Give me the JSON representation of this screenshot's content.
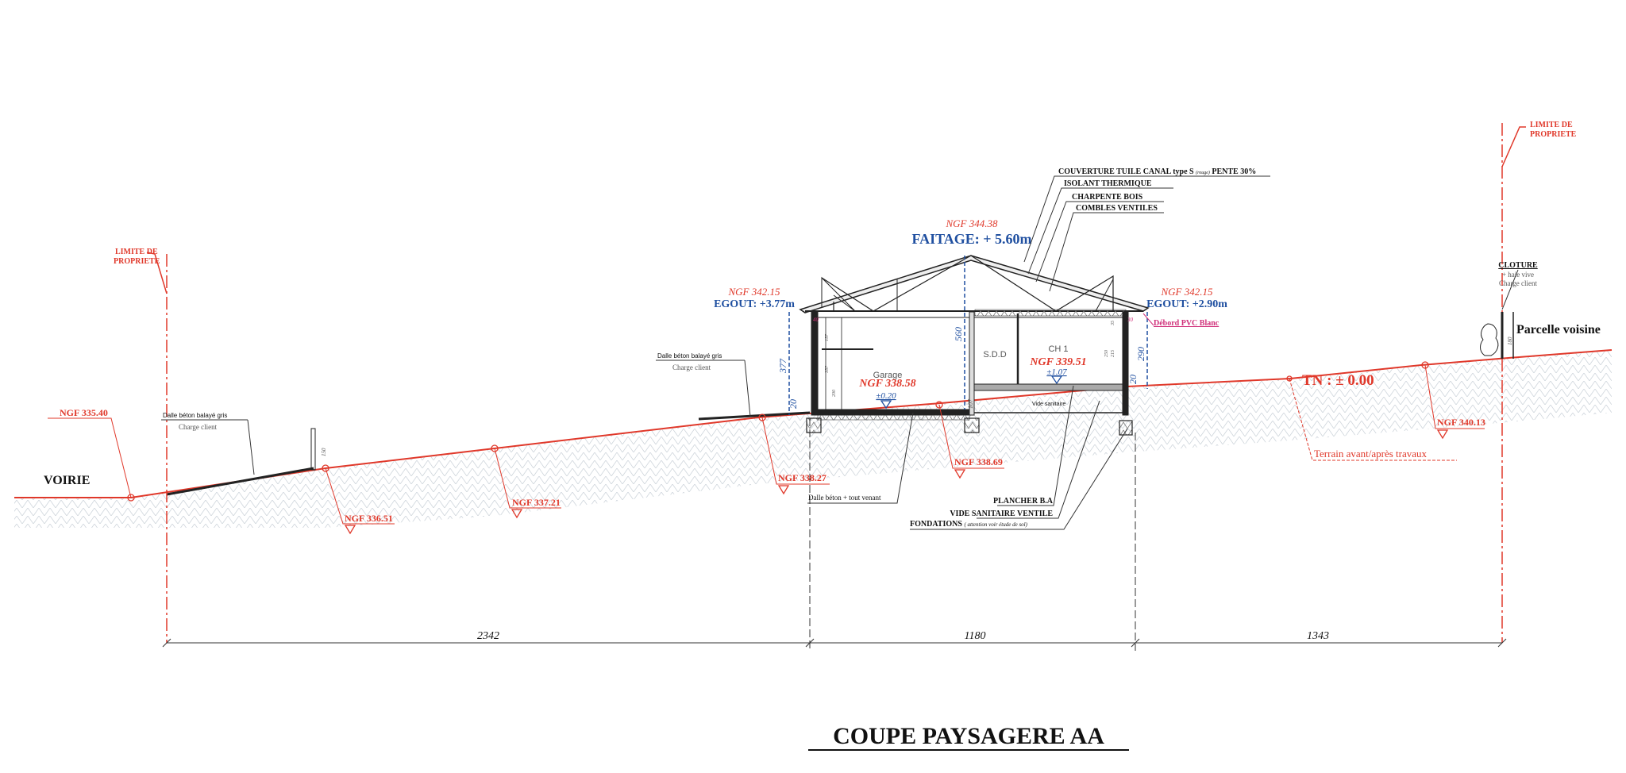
{
  "title": "COUPE PAYSAGERE AA",
  "colors": {
    "level_red": "#e0382a",
    "dimension_blue": "#1f4fa0",
    "pvc_pink": "#d0307a",
    "line": "#111111"
  },
  "property_limits": {
    "left": "LIMITE DE\nPROPRIETE",
    "left_l1": "LIMITE DE",
    "left_l2": "PROPRIETE",
    "right_l1": "LIMITE DE",
    "right_l2": "PROPRIETE"
  },
  "labels": {
    "voirie": "VOIRIE",
    "parcelle_voisine": "Parcelle voisine",
    "tn": "TN : ± 0.00",
    "terrain": "Terrain avant/après travaux",
    "cloture": "CLOTURE",
    "haie": "+ haie vive",
    "cloture_charge": "Charge client",
    "dalle_left_1": "Dalle béton balayé gris",
    "dalle_left_2": "Charge client",
    "dalle_mid_1": "Dalle béton balayé gris",
    "dalle_mid_2": "Charge client",
    "dalle_tout_venant": "Dalle béton + tout venant",
    "plancher": "PLANCHER B.A",
    "vide_sanitaire_ventile": "VIDE SANITAIRE VENTILE",
    "fondations": "FONDATIONS",
    "fondations_note": "( attention voir étude de sol)",
    "couverture": "COUVERTURE TUILE CANAL type S",
    "couverture_rouge": "(rouge)",
    "couverture_pente": "PENTE 30%",
    "isolant": "ISOLANT THERMIQUE",
    "charpente": "CHARPENTE BOIS",
    "combles": "COMBLES VENTILES",
    "debord": "Débord PVC Blanc",
    "vide_sanitaire": "Vide sanitaire"
  },
  "rooms": {
    "garage": "Garage",
    "sdd": "S.D.D",
    "ch1": "CH 1"
  },
  "levels": {
    "faitage_ngf": "NGF 344.38",
    "faitage": "FAITAGE: + 5.60m",
    "egout_left_ngf": "NGF 342.15",
    "egout_left": "EGOUT: +3.77m",
    "egout_right_ngf": "NGF 342.15",
    "egout_right": "EGOUT: +2.90m",
    "garage_ngf": "NGF 338.58",
    "garage_rel": "±0.20",
    "ch1_ngf": "NGF 339.51",
    "ch1_rel": "±1.07",
    "ngf_335_40": "NGF 335.40",
    "ngf_336_51": "NGF 336.51",
    "ngf_337_21": "NGF 337.21",
    "ngf_338_27": "NGF 338.27",
    "ngf_338_69": "NGF 338.69",
    "ngf_340_13": "NGF 340.13"
  },
  "dimensions": {
    "overall": [
      "2342",
      "1180",
      "1343"
    ],
    "h_560": "560",
    "h_377": "377",
    "h_20a": "20",
    "h_290": "290",
    "h_20b": "20",
    "h_107": "107",
    "h_150": "150",
    "h_180": "180",
    "h_40": "40",
    "h_30": "30",
    "h_157": "157",
    "h_357": "357",
    "h_200": "200",
    "h_250": "250",
    "h_215": "215",
    "h_35": "35"
  }
}
